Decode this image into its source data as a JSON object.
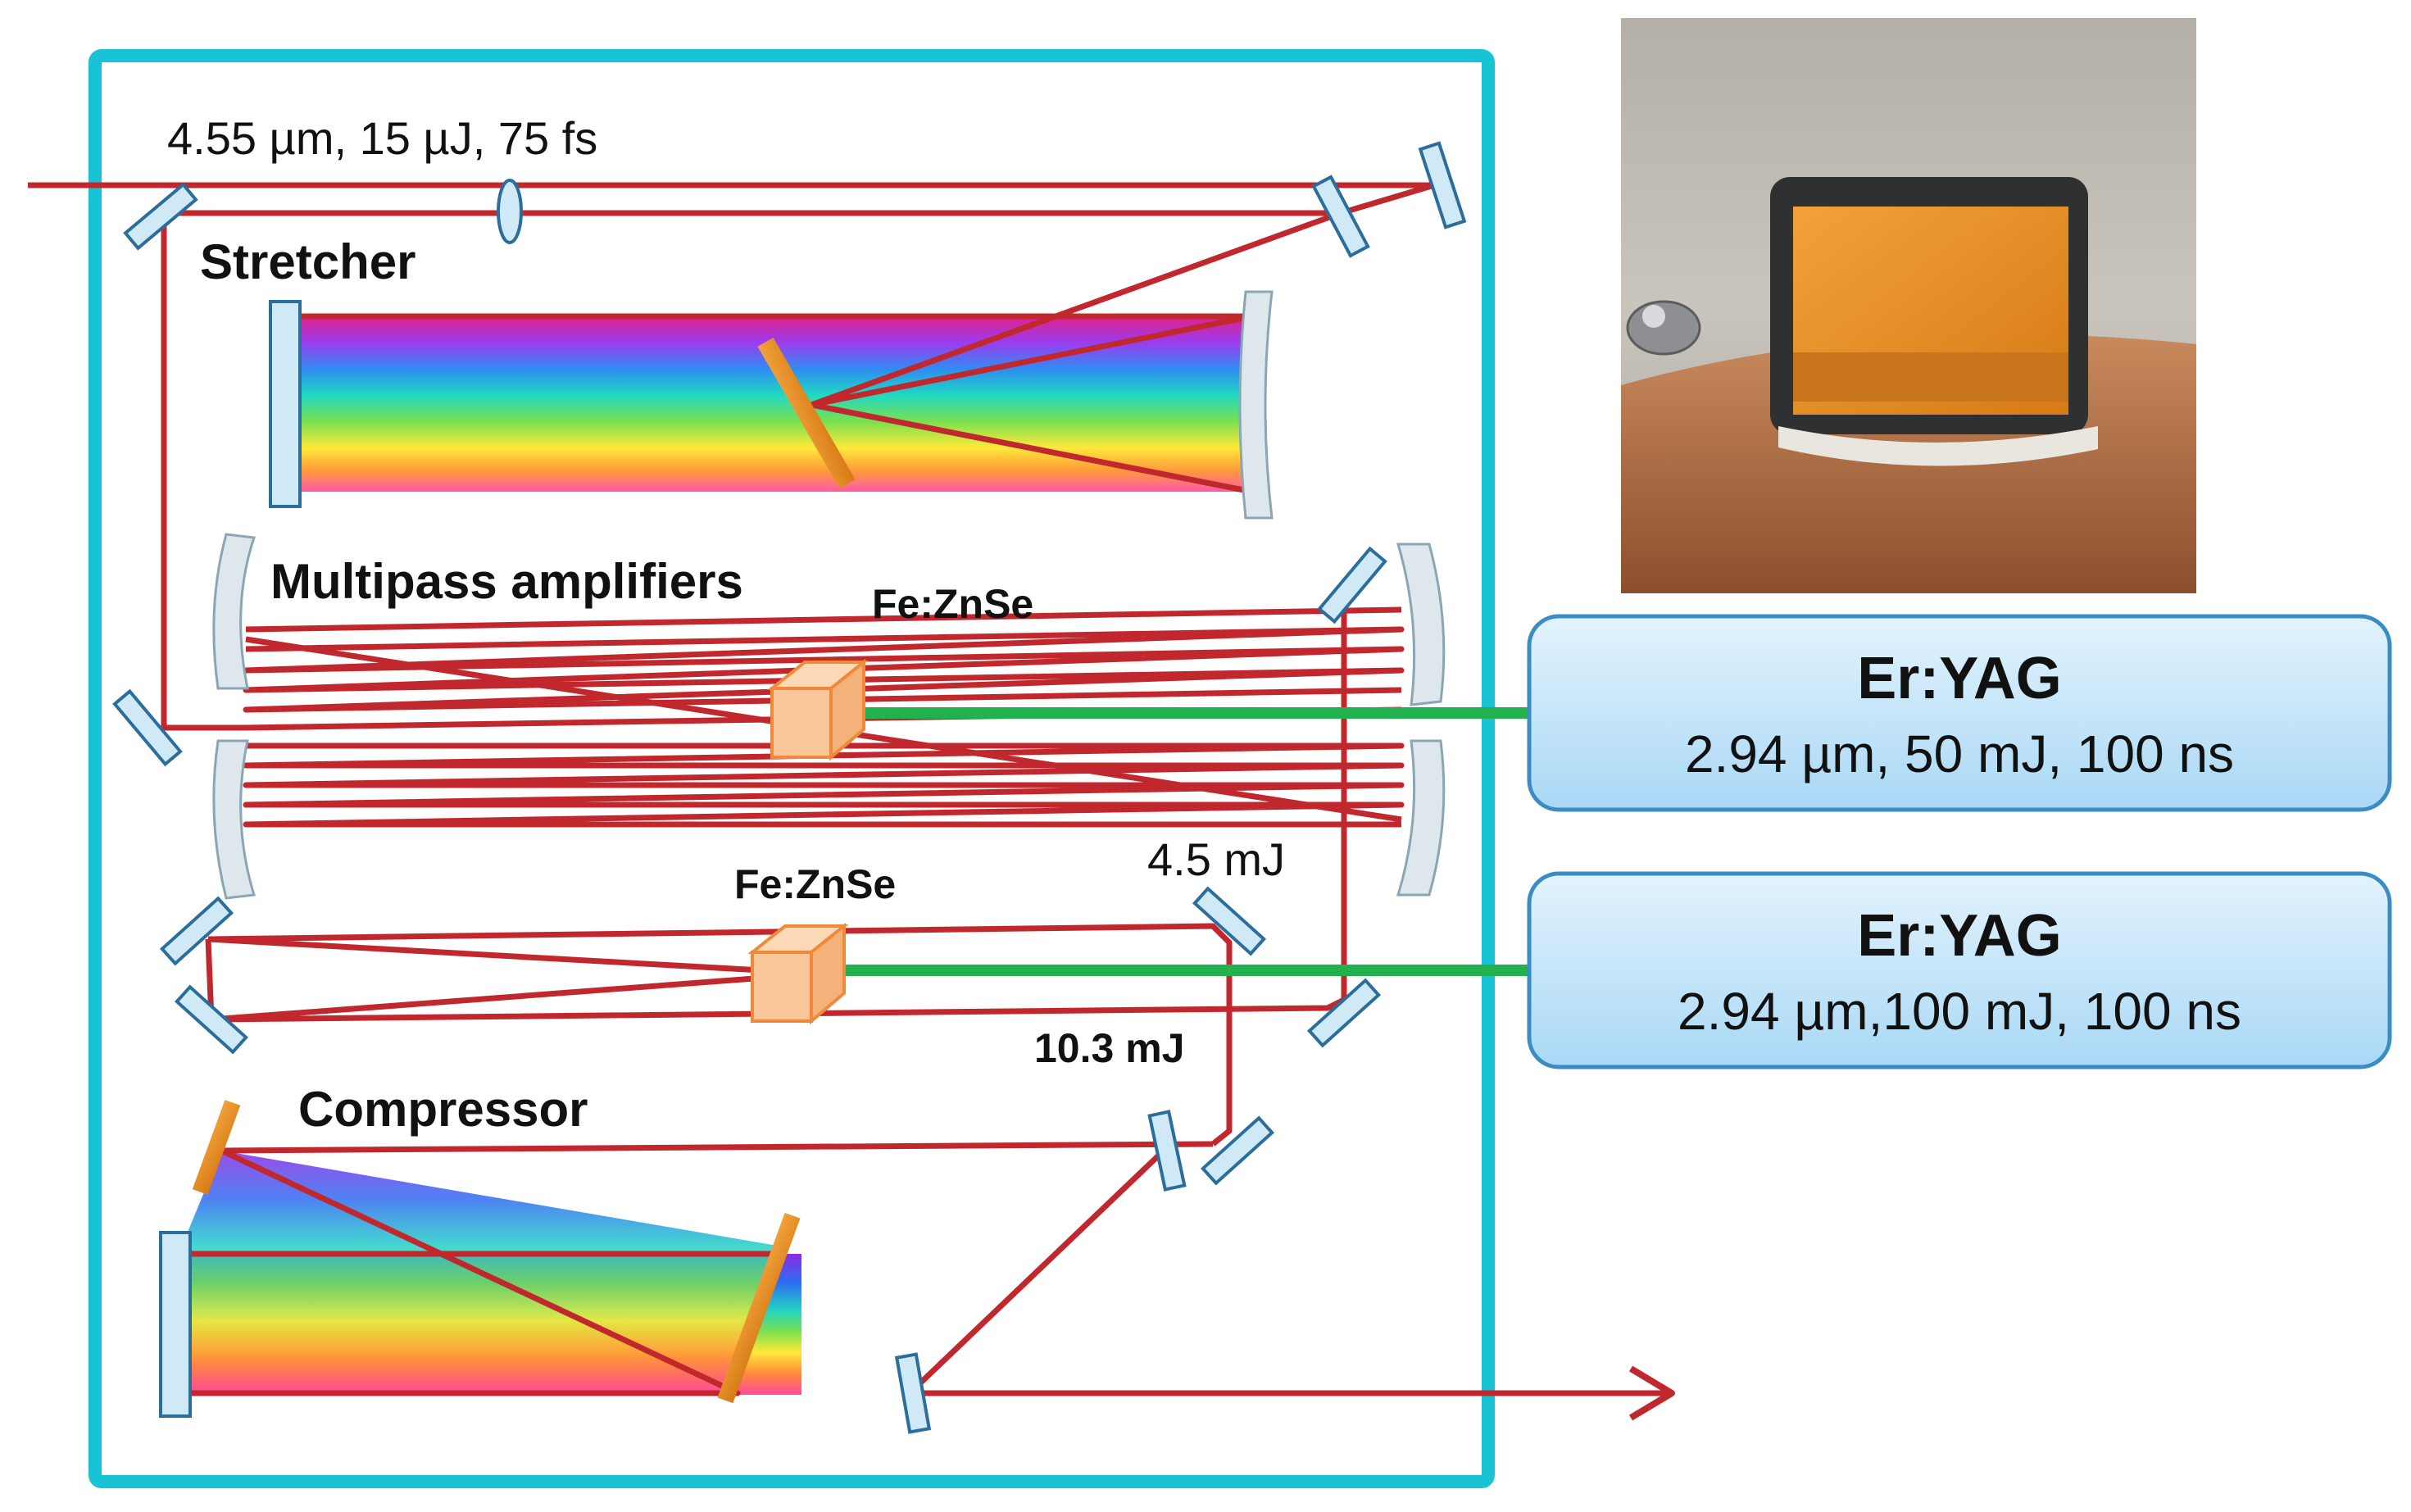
{
  "input_label": "4.55 µm, 15 µJ, 75 fs",
  "stretcher_label": "Stretcher",
  "amplifiers_label": "Multipass amplifiers",
  "crystal1_label": "Fe:ZnSe",
  "crystal2_label": "Fe:ZnSe",
  "energy1_label": "4.5 mJ",
  "energy2_label": "10.3 mJ",
  "compressor_label": "Compressor",
  "pump1": {
    "title": "Er:YAG",
    "spec": "2.94 µm, 50 mJ, 100 ns"
  },
  "pump2": {
    "title": "Er:YAG",
    "spec": "2.94 µm,100 mJ, 100 ns"
  },
  "colors": {
    "frame": "#19c3d6",
    "beam": "#c0282e",
    "pump_beam": "#22b14c",
    "crystal": "#f7b57a",
    "mirror": "#9fd8ec",
    "grating": "#f5a623",
    "pump_box": "#c9e8fb"
  }
}
